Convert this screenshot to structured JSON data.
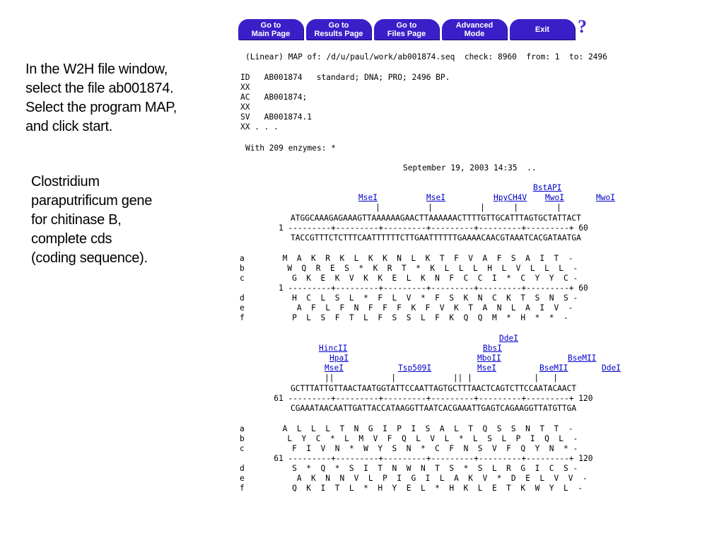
{
  "nav": {
    "buttons": [
      {
        "label": "Go to\nMain Page"
      },
      {
        "label": "Go to\nResults Page"
      },
      {
        "label": "Go to\nFiles Page"
      },
      {
        "label": "Advanced\nMode"
      },
      {
        "label": "Exit"
      }
    ],
    "help": "?"
  },
  "notes": {
    "instructions": "In the W2H file window,\nselect the file ab001874.\nSelect the program MAP,\nand click start.",
    "description": "Clostridium\nparaputrificum gene\nfor chitinase B,\ncomplete cds\n(coding sequence)."
  },
  "output": {
    "header": "(Linear) MAP of: /d/u/paul/work/ab001874.seq  check: 8960  from: 1  to: 2496",
    "entry": [
      "ID   AB001874   standard; DNA; PRO; 2496 BP.",
      "XX",
      "AC   AB001874;",
      "XX",
      "SV   AB001874.1",
      "XX . . ."
    ],
    "enzymes": "With 209 enzymes: *",
    "date": "September 19, 2003 14:35  .."
  },
  "block1": {
    "enzymes": {
      "BstAPI": "BstAPI",
      "MseI_a": "MseI",
      "MseI_b": "MseI",
      "HpyCH4V": "HpyCH4V",
      "MwoI_a": "MwoI",
      "MwoI_b": "MwoI"
    },
    "ticks": "|          |          |      |        |",
    "top": "ATGGCAAAGAGAAAGTTAAAAAAGAACTTAAAAAACTTTTGTTGCATTTAGTGCTATTACT",
    "ruler": "    1 ---------+---------+---------+---------+---------+---------+ 60",
    "bottom": "TACCGTTTCTCTTTCAATTTTTTCTTGAATTTTTTGAAAACAACGTAAATCACGATAATGA",
    "frames_top": [
      "a        M  A  K  R  K  L  K  K  N  L  K  T  F  V  A  F  S  A  I  T  -",
      "b         W  Q  R  E  S  *  K  R  T  *  K  L  L  L  H  L  V  L  L  L  -",
      "c          G  K  E  K  V  K  K  E  L  K  N  F  C  C  I  *  C  Y  Y  C -"
    ],
    "ruler2": "    1 ---------+---------+---------+---------+---------+---------+ 60",
    "frames_bottom": [
      "d          H  C  L  S  L  *  F  L  V  *  F  S  K  N  C  K  T  S  N  S -",
      "e           A  F  L  F  N  F  F  F  K  F  V  K  T  A  N  L  A  I  V  -",
      "f          P  L  S  F  T  L  F  S  S  L  F  K  Q  Q  M  *  H  *  *  -"
    ]
  },
  "block2": {
    "enzymes": {
      "DdeI_a": "DdeI",
      "HincII": "HincII",
      "BbsI": "BbsI",
      "HpaI": "HpaI",
      "MboII": "MboII",
      "BseMII_a": "BseMII",
      "MseI_a": "MseI",
      "Tsp509I": "Tsp509I",
      "MseI_b": "MseI",
      "BseMII_b": "BseMII",
      "DdeI_b": "DdeI"
    },
    "ticks": "||            |            || |             |   |",
    "top": "GCTTTATTGTTAACTAATGGTATTCCAATTAGTGCTTTAACTCAGTCTTCCAATACAACT",
    "ruler": "   61 ---------+---------+---------+---------+---------+---------+ 120",
    "bottom": "CGAAATAACAATTGATTACCATAAGGTTAATCACGAAATTGAGTCAGAAGGTTATGTTGA",
    "frames_top": [
      "a        A  L  L  L  T  N  G  I  P  I  S  A  L  T  Q  S  S  N  T  T  -",
      "b         L  Y  C  *  L  M  V  F  Q  L  V  L  *  L  S  L  P  I  Q  L  -",
      "c          F  I  V  N  *  W  Y  S  N  *  C  F  N  S  V  F  Q  Y  N  * -"
    ],
    "ruler2": "   61 ---------+---------+---------+---------+---------+---------+ 120",
    "frames_bottom": [
      "d          S  *  Q  *  S  I  T  N  W  N  T  S  *  S  L  R  G  I  C  S -",
      "e           A  K  N  N  V  L  P  I  G  I  L  A  K  V  *  D  E  L  V  V  -",
      "f          Q  K  I  T  L  *  H  Y  E  L  *  H  K  L  E  T  K  W  Y  L  -"
    ]
  }
}
